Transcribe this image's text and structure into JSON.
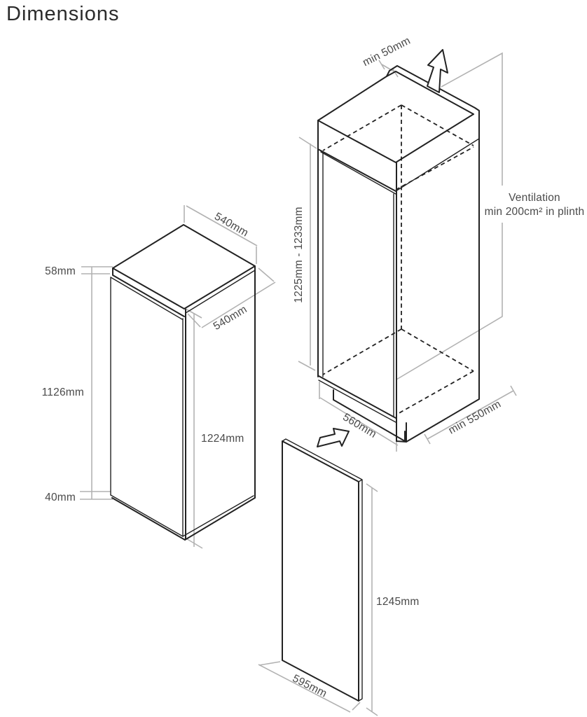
{
  "title": "Dimensions",
  "colors": {
    "background": "#ffffff",
    "line": "#222222",
    "dim": "#b2b2b2",
    "label": "#4a4a4a"
  },
  "appliance_unit": {
    "top_width": "540mm",
    "top_height": "58mm",
    "top_depth": "540mm",
    "front_height": "1126mm",
    "total_height": "1224mm",
    "plinth_height": "40mm"
  },
  "niche": {
    "top_clearance": "min 50mm",
    "height_range": "1225mm - 1233mm",
    "ventilation_line1": "Ventilation",
    "ventilation_line2": "min 200cm² in plinth",
    "width": "560mm",
    "depth": "min 550mm"
  },
  "door_panel": {
    "height": "1245mm",
    "width": "595mm"
  }
}
